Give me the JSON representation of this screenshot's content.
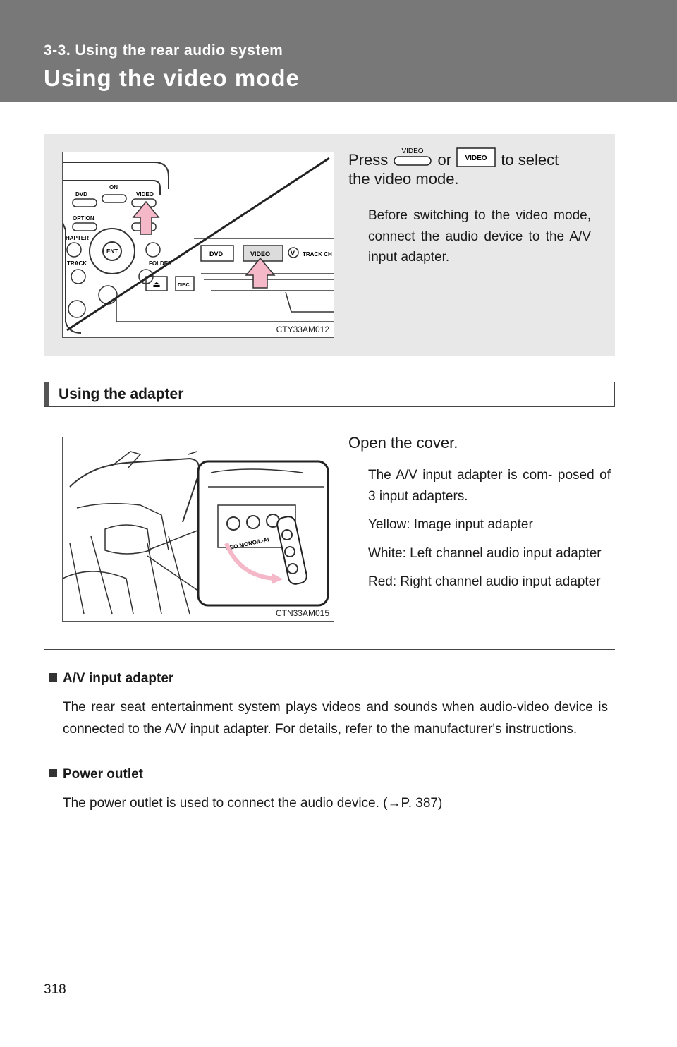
{
  "header": {
    "section": "3-3. Using the rear audio system",
    "title": "Using the video mode"
  },
  "video_mode": {
    "press_word": "Press",
    "or_word": "or",
    "to_select": "to select",
    "press_cont": "the video mode.",
    "button1_label": "VIDEO",
    "button2_label": "VIDEO",
    "note": "Before switching to the video mode, connect the audio device to the A/V input adapter.",
    "figure_code": "CTY33AM012",
    "remote_labels": {
      "on": "ON",
      "dvd": "DVD",
      "video": "VIDEO",
      "option": "OPTION",
      "chapter": "HAPTER",
      "ent": "ENT",
      "track": "TRACK",
      "folder": "FOLDER",
      "disc": "DISC",
      "panel_dvd": "DVD",
      "panel_video": "VIDEO",
      "panel_v": "V",
      "panel_track": "TRACK CH"
    }
  },
  "adapter": {
    "subheading": "Using the adapter",
    "step": "Open the cover.",
    "notes": [
      "The A/V input adapter is com- posed of 3 input adapters.",
      "Yellow: Image input adapter",
      "White: Left channel audio input adapter",
      "Red: Right channel audio input adapter"
    ],
    "figure_code": "CTN33AM015",
    "jack_label": "DEO MONO/L-AI"
  },
  "info": [
    {
      "heading": "A/V input adapter",
      "text": "The rear seat entertainment system plays videos and sounds when audio-video device is connected to the A/V input adapter. For details, refer to the manufacturer's instructions."
    },
    {
      "heading": "Power outlet",
      "text": "The power outlet is used to connect the audio device. (→P. 387)"
    }
  ],
  "page_number": "318",
  "colors": {
    "header_bg": "#787878",
    "panel_bg": "#e8e8e8",
    "arrow_pink": "#f4b8c8"
  }
}
